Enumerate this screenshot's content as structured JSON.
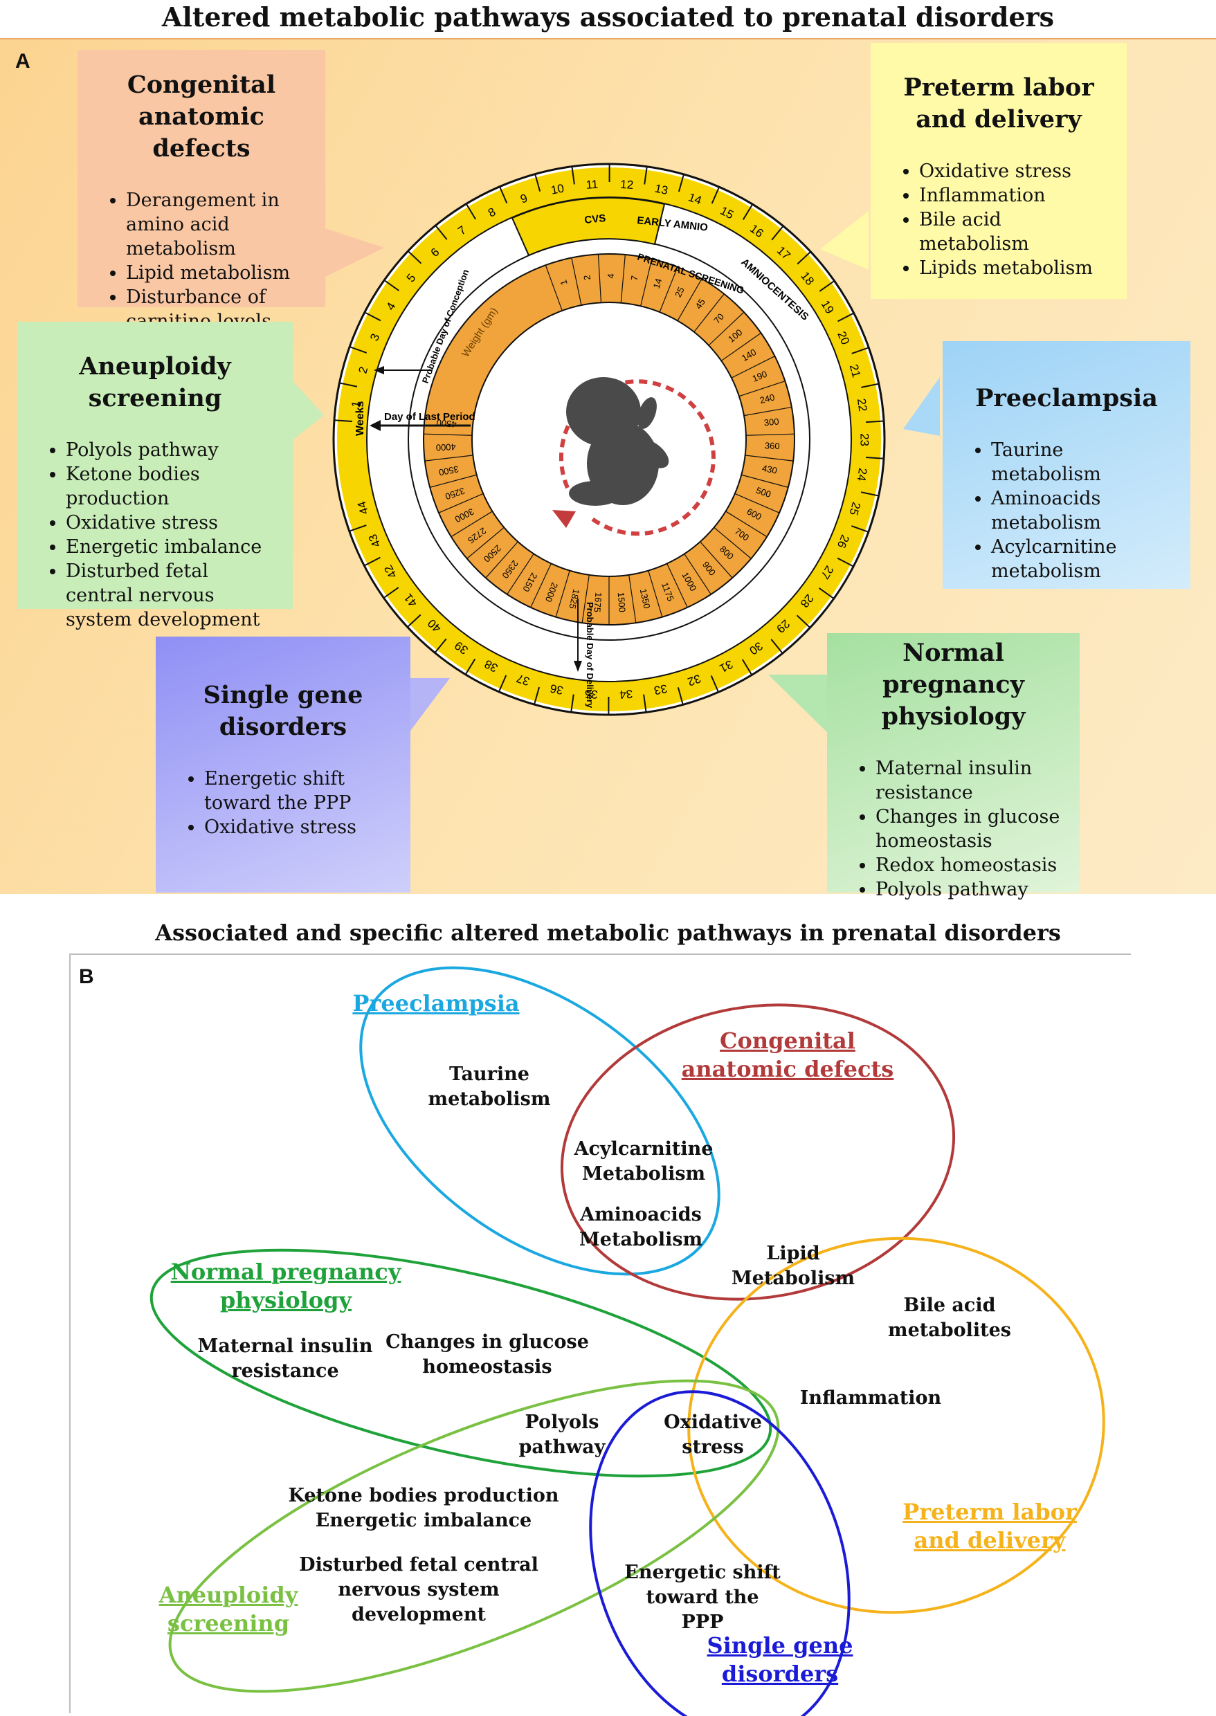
{
  "panel_a": {
    "title": "Altered metabolic pathways associated to prenatal disorders",
    "label": "A",
    "boxes": {
      "congenital": {
        "title": "Congenital anatomic defects",
        "items": [
          "Derangement in amino acid metabolism",
          "Lipid metabolism",
          "Disturbance of carnitine levels"
        ],
        "color": "#f9c7a4"
      },
      "preterm": {
        "title": "Preterm labor and delivery",
        "items": [
          "Oxidative stress",
          "Inflammation",
          "Bile acid metabolism",
          "Lipids metabolism"
        ],
        "color": "#fffaa8"
      },
      "aneuploidy": {
        "title": "Aneuploidy screening",
        "items": [
          "Polyols pathway",
          "Ketone bodies production",
          "Oxidative stress",
          "Energetic imbalance",
          "Disturbed fetal central nervous system development"
        ],
        "color": "#c8edb8"
      },
      "preeclampsia": {
        "title": "Preeclampsia",
        "items": [
          "Taurine metabolism",
          "Aminoacids metabolism",
          "Acylcarnitine metabolism"
        ],
        "color": "#a9d9f7"
      },
      "single_gene": {
        "title": "Single gene disorders",
        "items": [
          "Energetic shift toward the PPP",
          "Oxidative stress"
        ],
        "color": "#a8a8f7"
      },
      "normal": {
        "title": "Normal pregnancy physiology",
        "items": [
          "Maternal insulin resistance",
          "Changes in glucose homeostasis",
          "Redox homeostasis",
          "Polyols pathway"
        ],
        "color": "#b4e6b0"
      }
    },
    "wheel": {
      "segments": [
        "CVS",
        "EARLY AMNIO",
        "AMNIOCENTESIS"
      ],
      "prenatal_screening": "PRENATAL SCREENING",
      "weight_label": "Weight (gm)",
      "weights": [
        "1",
        "2",
        "4",
        "7",
        "14",
        "25",
        "45",
        "70",
        "100",
        "140",
        "190",
        "240",
        "300",
        "360",
        "430",
        "500",
        "600",
        "700",
        "800",
        "900",
        "1000",
        "1175",
        "1350",
        "1500",
        "1675",
        "1825",
        "2000",
        "2150",
        "2350",
        "2500",
        "2725",
        "3000",
        "3250",
        "3500",
        "4000",
        "4500"
      ],
      "weeks_label": "Weeks",
      "weeks": [
        "1",
        "2",
        "3",
        "4",
        "5",
        "6",
        "7",
        "8",
        "9",
        "10",
        "11",
        "12",
        "13",
        "14",
        "15",
        "16",
        "17",
        "18",
        "19",
        "20",
        "21",
        "22",
        "23",
        "24",
        "25",
        "26",
        "27",
        "28",
        "29",
        "30",
        "31",
        "32",
        "33",
        "34",
        "35",
        "36",
        "37",
        "38",
        "39",
        "40",
        "41",
        "42",
        "43",
        "44"
      ],
      "last_period": "Day of Last Period",
      "conception": "Probable Day of Conception",
      "delivery": "Probable Day of Delivery"
    }
  },
  "panel_b": {
    "title": "Associated and specific altered metabolic pathways in prenatal disorders",
    "label": "B",
    "sets": {
      "preeclampsia": {
        "name": "Preeclampsia",
        "color": "#1ba8e0"
      },
      "congenital": {
        "name_line1": "Congenital",
        "name_line2": "anatomic defects",
        "color": "#b23a3a"
      },
      "normal": {
        "name_line1": "Normal pregnancy",
        "name_line2": "physiology",
        "color": "#1fa23a"
      },
      "preterm": {
        "name_line1": "Preterm labor",
        "name_line2": "and delivery",
        "color": "#f5b21a"
      },
      "aneuploidy": {
        "name_line1": "Aneuploidy",
        "name_line2": "screening",
        "color": "#7ac143"
      },
      "single_gene": {
        "name_line1": "Single gene",
        "name_line2": "disorders",
        "color": "#1b1bd6"
      }
    },
    "items": {
      "taurine": [
        "Taurine",
        "metabolism"
      ],
      "acylcarnitine": [
        "Acylcarnitine",
        "Metabolism"
      ],
      "aminoacids": [
        "Aminoacids",
        "Metabolism"
      ],
      "lipid": [
        "Lipid",
        "Metabolism"
      ],
      "bile": [
        "Bile acid",
        "metabolites"
      ],
      "inflammation": [
        "Inflammation"
      ],
      "maternal": [
        "Maternal insulin",
        "resistance"
      ],
      "glucose": [
        "Changes in glucose",
        "homeostasis"
      ],
      "polyols": [
        "Polyols",
        "pathway"
      ],
      "oxidative": [
        "Oxidative",
        "stress"
      ],
      "ketone": [
        "Ketone bodies production",
        "Energetic imbalance"
      ],
      "cns": [
        "Disturbed fetal central",
        "nervous system",
        "development"
      ],
      "ppp": [
        "Energetic shift",
        "toward the",
        "PPP"
      ]
    }
  }
}
